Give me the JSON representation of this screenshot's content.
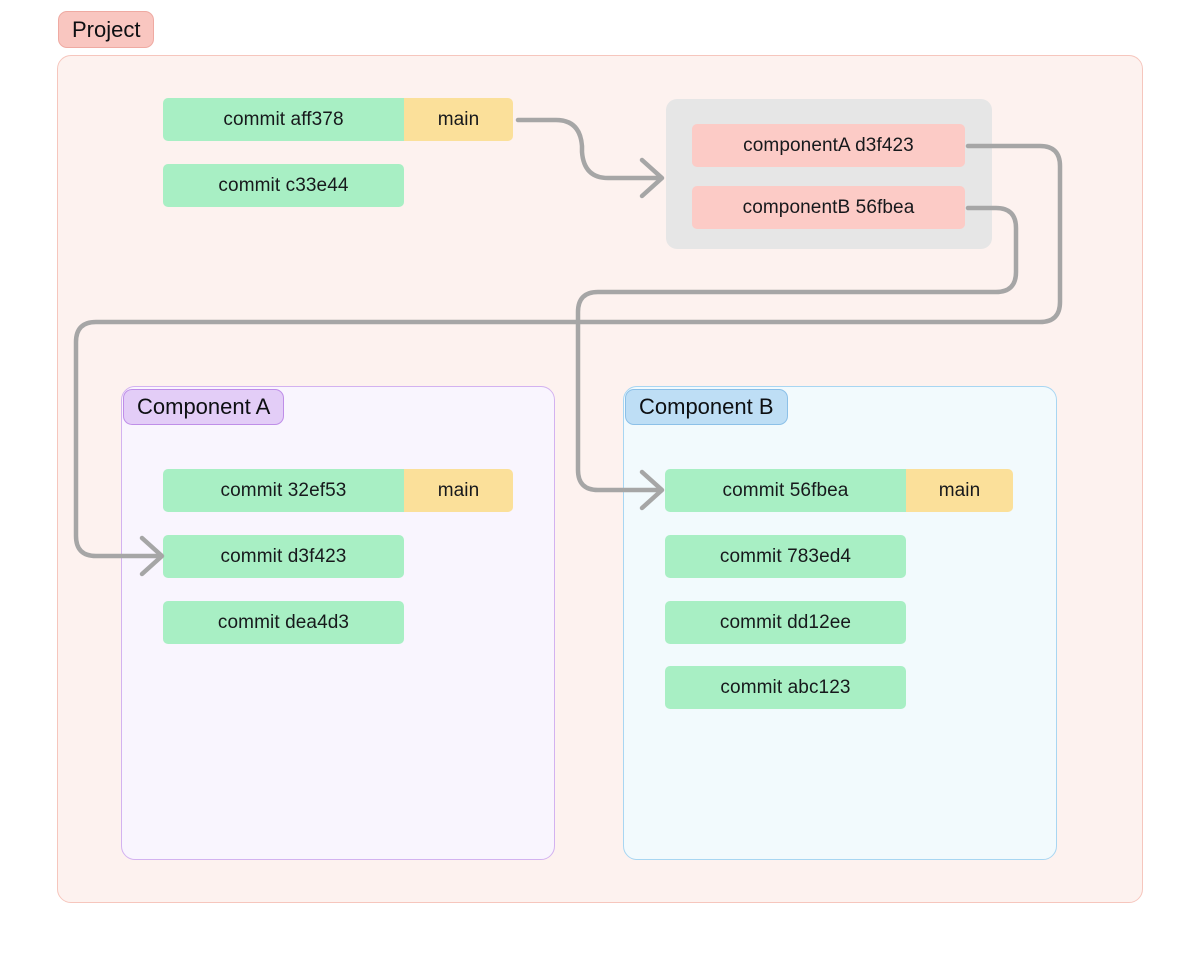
{
  "diagram": {
    "title_badge": "Project",
    "type": "git-submodule-relationship-diagram"
  },
  "project": {
    "label": "Project",
    "commits": [
      {
        "label": "commit aff378",
        "tag": "main"
      },
      {
        "label": "commit c33e44",
        "tag": null
      }
    ],
    "submodule_group": {
      "pointers": [
        {
          "label": "componentA d3f423"
        },
        {
          "label": "componentB 56fbea"
        }
      ]
    }
  },
  "component_a": {
    "label": "Component A",
    "commits": [
      {
        "label": "commit 32ef53",
        "tag": "main"
      },
      {
        "label": "commit d3f423",
        "tag": null
      },
      {
        "label": "commit dea4d3",
        "tag": null
      }
    ]
  },
  "component_b": {
    "label": "Component B",
    "commits": [
      {
        "label": "commit 56fbea",
        "tag": "main"
      },
      {
        "label": "commit 783ed4",
        "tag": null
      },
      {
        "label": "commit dd12ee",
        "tag": null
      },
      {
        "label": "commit abc123",
        "tag": null
      }
    ]
  },
  "colors": {
    "commit": "#a8efc4",
    "branch_tag": "#fbe09a",
    "submodule_pointer": "#fccbc6",
    "project_fill": "#fdf2ef",
    "project_border": "#f6c6bd",
    "project_badge": "#f9c6c0",
    "component_a_fill": "#f9f5fe",
    "component_a_border": "#d3b2f0",
    "component_a_badge": "#e3cdf7",
    "component_b_fill": "#f2fafd",
    "component_b_border": "#a8d6f2",
    "component_b_badge": "#bedef5",
    "submodule_group_fill": "#e6e6e6",
    "edge": "#a6a6a6"
  },
  "edges": [
    {
      "name": "main-to-submodule-group",
      "from": "project.commit aff378 main",
      "to": "project.submodule_group"
    },
    {
      "name": "componentA-pointer-to-component-a-commit",
      "from": "componentA d3f423",
      "to": "component_a.commit d3f423"
    },
    {
      "name": "componentB-pointer-to-component-b-commit",
      "from": "componentB 56fbea",
      "to": "component_b.commit 56fbea"
    }
  ]
}
